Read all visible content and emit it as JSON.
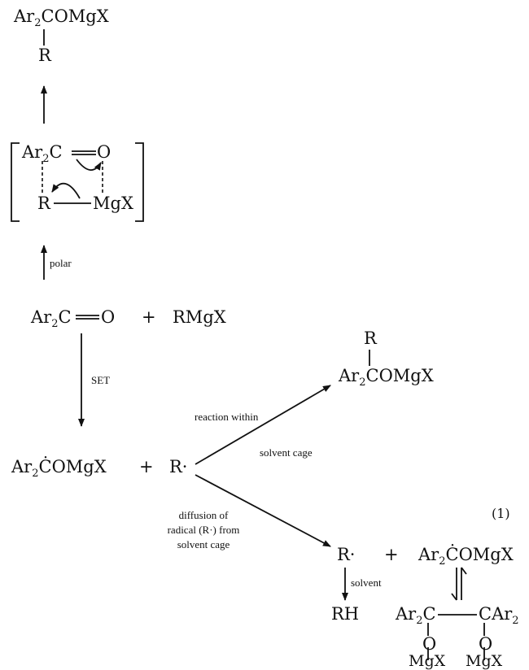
{
  "scheme": {
    "top_product": {
      "main": "Ar",
      "sub": "2",
      "rest": "COMgX",
      "substituent": "R"
    },
    "transition_state": {
      "left_group": {
        "main": "Ar",
        "sub": "2",
        "rest": "C"
      },
      "oxygen": "O",
      "r_group": "R",
      "metal": "MgX"
    },
    "polar_label": "polar",
    "reactants": {
      "ketone": {
        "main": "Ar",
        "sub": "2",
        "rest": "C"
      },
      "ketone_oxygen": "O",
      "plus": "+",
      "grignard": "RMgX"
    },
    "set_label": "SET",
    "radical_pair": {
      "ketyl": {
        "main": "Ar",
        "sub": "2",
        "rest": "ĊOMgX"
      },
      "plus": "+",
      "radical": "R·"
    },
    "cage_reaction": {
      "label_top": "reaction within",
      "label_bottom": "solvent cage"
    },
    "cage_product": {
      "substituent": "R",
      "main": "Ar",
      "sub": "2",
      "rest": "COMgX"
    },
    "equation_number": "(1)",
    "diffusion": {
      "line1": "diffusion of",
      "line2": "radical (R·) from",
      "line3": "solvent cage"
    },
    "escaped": {
      "radical": "R·",
      "plus": "+",
      "ketyl": {
        "main": "Ar",
        "sub": "2",
        "rest": "ĊOMgX"
      },
      "solvent_label": "solvent",
      "rh_product": "RH"
    },
    "pinacolate": {
      "left_carbon": {
        "main": "Ar",
        "sub": "2",
        "rest": "C"
      },
      "right_carbon": {
        "rest": "CAr",
        "sub": "2"
      },
      "left_oxygen": "O",
      "right_oxygen": "O",
      "left_metal": "MgX",
      "right_metal": "MgX"
    }
  }
}
